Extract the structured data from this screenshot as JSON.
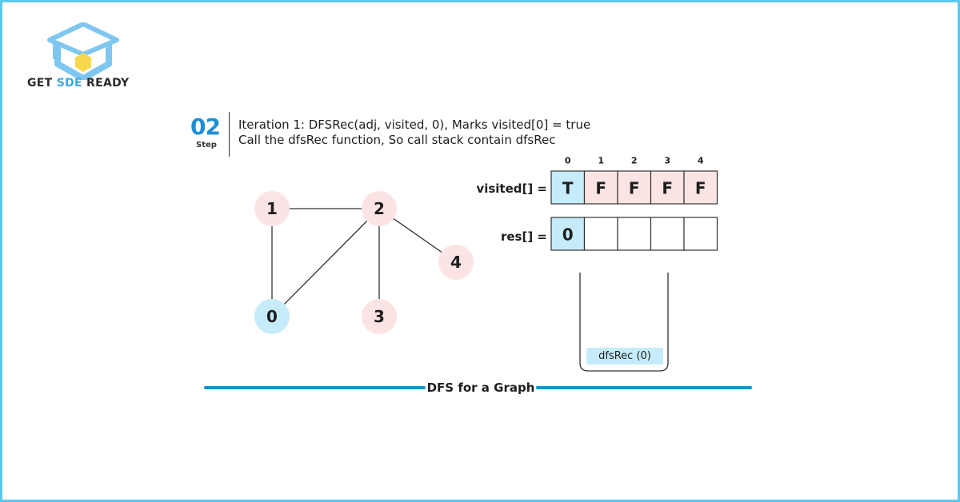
{
  "brand": {
    "part1": "GET ",
    "part2": "SDE",
    "part3": " READY"
  },
  "step": {
    "number": "02",
    "label": "Step"
  },
  "description": {
    "line1": "Iteration 1: DFSRec(adj, visited, 0), Marks visited[0] = true",
    "line2": "Call the dfsRec function, So call stack contain dfsRec"
  },
  "graph": {
    "nodes": [
      {
        "id": "0",
        "visited": true
      },
      {
        "id": "1",
        "visited": false
      },
      {
        "id": "2",
        "visited": false
      },
      {
        "id": "3",
        "visited": false
      },
      {
        "id": "4",
        "visited": false
      }
    ],
    "edges": [
      [
        "1",
        "2"
      ],
      [
        "1",
        "0"
      ],
      [
        "2",
        "0"
      ],
      [
        "2",
        "3"
      ],
      [
        "2",
        "4"
      ]
    ]
  },
  "arrays": {
    "indices": [
      "0",
      "1",
      "2",
      "3",
      "4"
    ],
    "visited_label": "visited[] =",
    "visited": [
      "T",
      "F",
      "F",
      "F",
      "F"
    ],
    "res_label": "res[] =",
    "res": [
      "0",
      "",
      "",
      "",
      ""
    ]
  },
  "stack": {
    "items": [
      "dfsRec (0)"
    ]
  },
  "footer": {
    "title": "DFS for a Graph"
  },
  "colors": {
    "visited_fill": "#c6ecfb",
    "unvisited_fill": "#fde4e4",
    "accent": "#1f8fd1",
    "frame": "#5ec8ee"
  }
}
